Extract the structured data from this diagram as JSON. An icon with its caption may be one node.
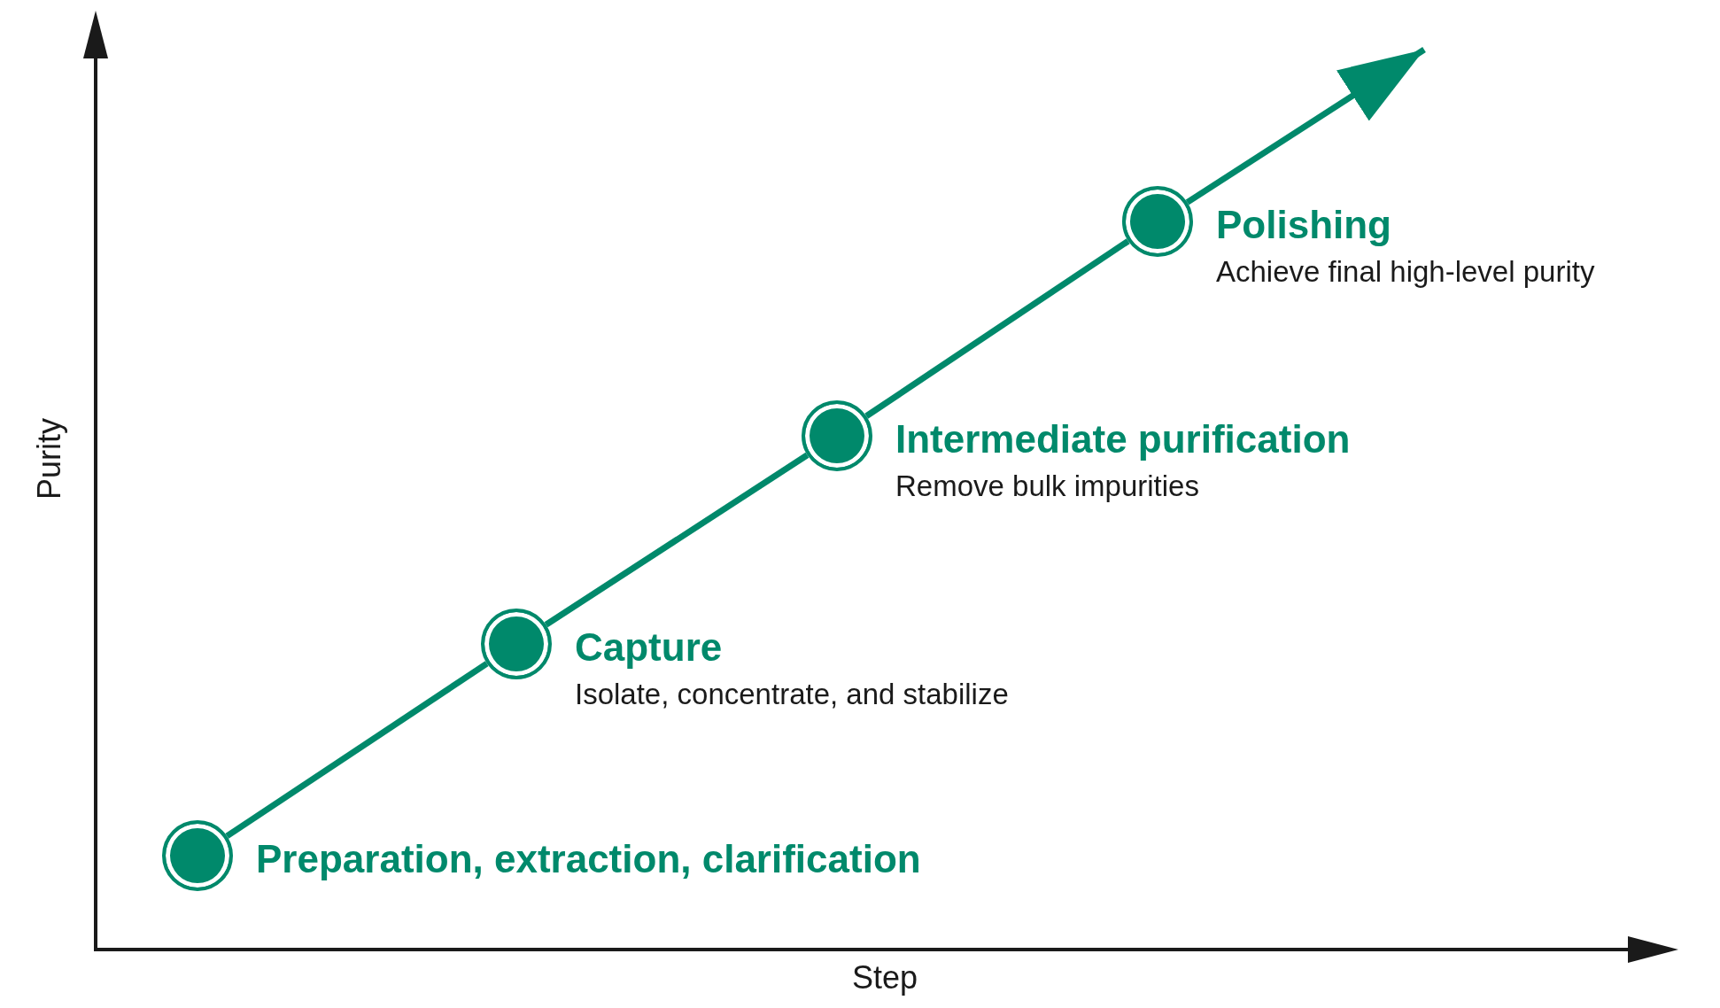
{
  "diagram": {
    "nodes": [
      {
        "text": [],
        "shape": "circle",
        "beside": [
          "Preparation, extraction, clarification"
        ]
      },
      {
        "text": [],
        "shape": "circle",
        "beside": [
          "Capture",
          "Isolate, concentrate, and stabilize"
        ]
      },
      {
        "text": [],
        "shape": "circle",
        "beside": [
          "Intermediate purification",
          "Remove bulk impurities"
        ]
      },
      {
        "text": [],
        "shape": "circle",
        "beside": [
          "Polishing",
          "Achieve final high-level purity"
        ]
      }
    ],
    "edges": [
      {
        "from": 0,
        "to": 1,
        "arrow": "none"
      },
      {
        "from": 1,
        "to": 2,
        "arrow": "none"
      },
      {
        "from": 2,
        "to": 3,
        "arrow": "none"
      },
      {
        "from": 3,
        "to": null,
        "arrow": "to"
      }
    ],
    "labels": [
      "Purity",
      "Step"
    ]
  }
}
